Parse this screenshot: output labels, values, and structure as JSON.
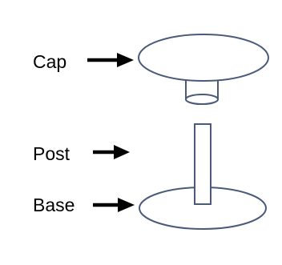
{
  "labels": {
    "cap": "Cap",
    "post": "Post",
    "base": "Base"
  },
  "colors": {
    "background": "#ffffff",
    "outline": "#4a5a78",
    "arrow": "#000000",
    "text": "#000000"
  }
}
